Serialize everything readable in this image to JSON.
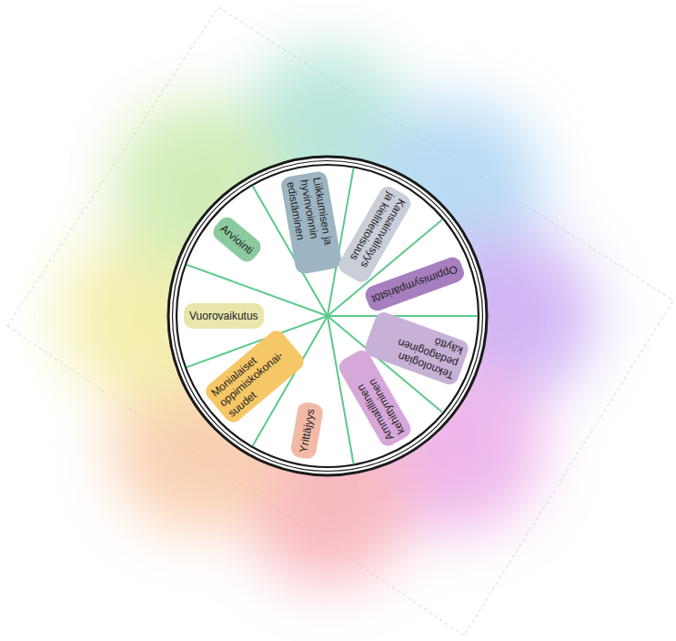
{
  "diagram": {
    "nodes": [
      {
        "text": [
          "Liikkumisen ja hyvinvoinnin edistäminen"
        ]
      },
      {
        "text": [
          "Kansainvälisyys ja kielitietoisuus"
        ]
      },
      {
        "text": [
          "Oppimisympäristöt"
        ]
      },
      {
        "text": [
          "Teknologian pedagoginen käyttö"
        ]
      },
      {
        "text": [
          "Ammatillinen kehittyminen"
        ]
      },
      {
        "text": [
          "Yrittäjyys"
        ]
      },
      {
        "text": [
          "Monialaiset oppimiskokonai- suudet"
        ]
      },
      {
        "text": [
          "Vuorovaikutus"
        ]
      },
      {
        "text": [
          "Arviointi"
        ]
      }
    ]
  }
}
